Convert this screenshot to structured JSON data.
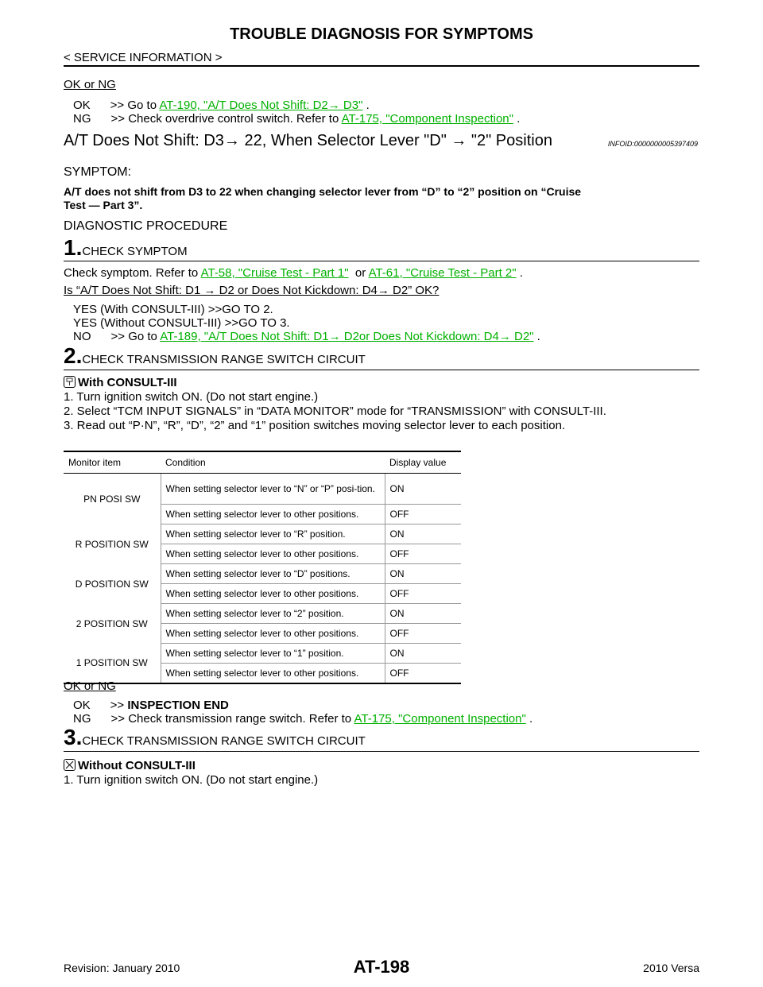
{
  "header": {
    "title": "TROUBLE DIAGNOSIS FOR SYMPTOMS",
    "subtitle": "< SERVICE INFORMATION >"
  },
  "okng1": {
    "heading": "OK or NG",
    "ok_prefix": "OK      >> Go to ",
    "ok_link": "AT-190, \"A/T Does Not Shift: D2→ D3\"",
    "ok_suffix": " .",
    "ng_prefix": "NG      >> Check overdrive control switch. Refer to ",
    "ng_link": "AT-175, \"Component Inspection\"",
    "ng_suffix": " ."
  },
  "section": {
    "title": "A/T Does Not Shift: D3→ 22, When Selector Lever \"D\" → \"2\" Position",
    "info_id": "INFOID:0000000005397409"
  },
  "symptom": {
    "heading": "SYMPTOM:",
    "text1": "A/T does not shift from D3 to 22 when changing selector lever from “D” to “2” position on “Cruise",
    "text2": "Test — Part 3”."
  },
  "diag_heading": "DIAGNOSTIC PROCEDURE",
  "step1": {
    "num": "1.",
    "label": "CHECK SYMPTOM",
    "check_prefix": "Check symptom. Refer to ",
    "link1": "AT-58, \"Cruise Test - Part 1\"",
    "mid": "  or ",
    "link2": "AT-61, \"Cruise Test - Part 2\"",
    "suffix": " .",
    "question": "Is “A/T Does Not Shift: D1 → D2  or Does Not Kickdown: D4→ D2” OK?",
    "yes1": "YES (With CONSULT-III) >>GO TO 2.",
    "yes2": "YES (Without CONSULT-III) >>GO TO 3.",
    "no_prefix": "NO      >> Go to ",
    "no_link": "AT-189, \"A/T Does Not Shift: D1→ D2or Does Not Kickdown: D4→ D2\"",
    "no_suffix": " ."
  },
  "step2": {
    "num": "2.",
    "label": "CHECK TRANSMISSION RANGE SWITCH CIRCUIT",
    "with_label": "With CONSULT-III",
    "items": [
      "1.   Turn ignition switch ON. (Do not start engine.)",
      "2.   Select “TCM INPUT SIGNALS” in “DATA MONITOR” mode for “TRANSMISSION” with CONSULT-III.",
      "3.   Read out “P·N”, “R”, “D”, “2” and “1” position switches moving selector lever to each position."
    ]
  },
  "table": {
    "headers": [
      "Monitor item",
      "Condition",
      "Display value"
    ],
    "rows": [
      {
        "item": "PN POSI SW",
        "cond1": "When setting selector lever to “N” or “P” posi-tion.",
        "val1": "ON",
        "cond2": "When setting selector lever to other positions.",
        "val2": "OFF"
      },
      {
        "item": "R POSITION SW",
        "cond1": "When setting selector lever to “R” position.",
        "val1": "ON",
        "cond2": "When setting selector lever to other positions.",
        "val2": "OFF"
      },
      {
        "item": "D POSITION SW",
        "cond1": "When setting selector lever to “D” positions.",
        "val1": "ON",
        "cond2": "When setting selector lever to other positions.",
        "val2": "OFF"
      },
      {
        "item": "2 POSITION SW",
        "cond1": "When setting selector lever to “2” position.",
        "val1": "ON",
        "cond2": "When setting selector lever to other positions.",
        "val2": "OFF"
      },
      {
        "item": "1 POSITION SW",
        "cond1": "When setting selector lever to “1” position.",
        "val1": "ON",
        "cond2": "When setting selector lever to other positions.",
        "val2": "OFF"
      }
    ]
  },
  "okng2": {
    "heading": "OK or NG",
    "ok_prefix": "OK      >> ",
    "ok_bold": "INSPECTION END",
    "ng_prefix": "NG      >> Check transmission range switch. Refer to ",
    "ng_link": "AT-175, \"Component Inspection\"",
    "ng_suffix": " ."
  },
  "step3": {
    "num": "3.",
    "label": "CHECK TRANSMISSION RANGE SWITCH CIRCUIT",
    "without_label": "Without CONSULT-III",
    "items": [
      "1.   Turn ignition switch ON. (Do not start engine.)"
    ]
  },
  "footer": {
    "revision": "Revision: January 2010",
    "page": "AT-198",
    "model": "2010 Versa"
  },
  "colors": {
    "link": "#00b000"
  }
}
